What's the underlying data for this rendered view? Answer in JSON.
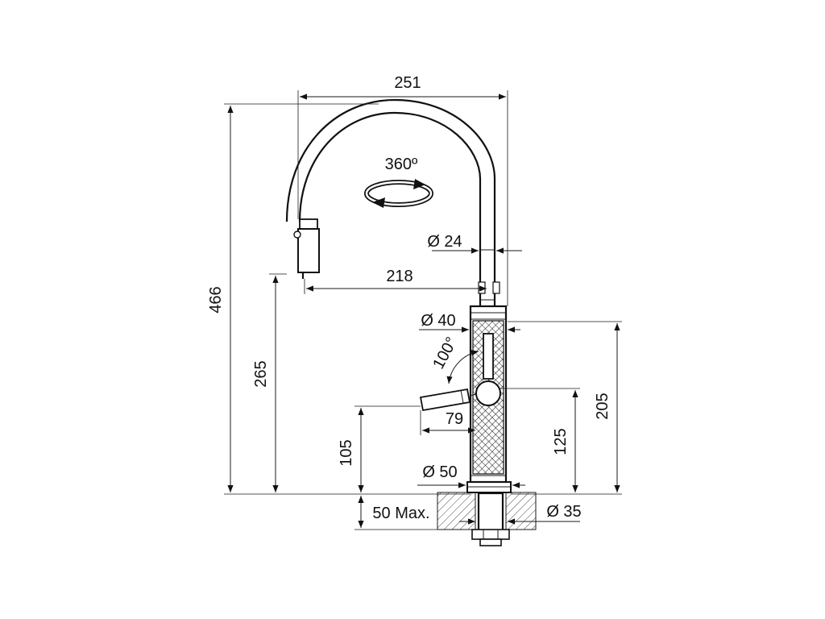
{
  "drawing": {
    "dimensions": {
      "reach_top": "251",
      "spray_reach": "218",
      "total_height": "466",
      "spout_height": "265",
      "handle_height": "105",
      "body_height": "205",
      "lever_pivot_height": "125",
      "lever_length": "79",
      "rotation": "360º",
      "lever_angle": "100°",
      "spout_diameter": "Ø 24",
      "body_diameter": "Ø 40",
      "base_diameter": "Ø 50",
      "hole_diameter": "Ø 35",
      "max_deck_thickness": "50 Max."
    },
    "colors": {
      "line": "#1a1a1a",
      "background": "#ffffff"
    }
  }
}
